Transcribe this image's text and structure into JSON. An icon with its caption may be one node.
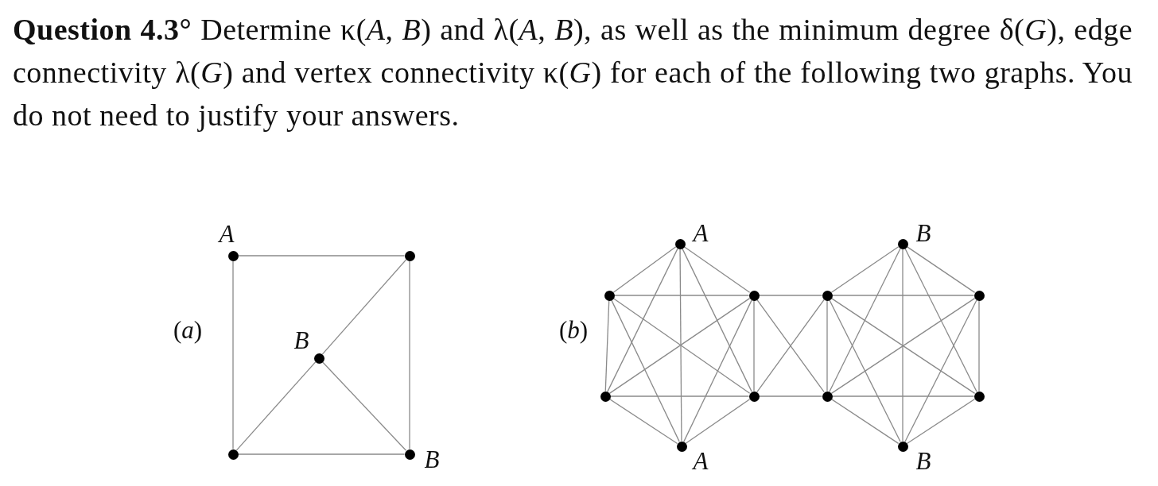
{
  "diagram": {
    "title": "**Question 4.3°** Determine κ(*A*, *B*) and λ(*A*, *B*), as well as the minimum degree δ(*G*), edge connectivity λ(*G*) and vertex connectivity κ(*G*) for each of the following two graphs. You do not need to justify your answers.",
    "nodes": [
      {
        "text": [],
        "shape": "circle",
        "beside": [
          "A"
        ]
      },
      {
        "text": [],
        "shape": "circle"
      },
      {
        "text": [],
        "shape": "circle",
        "beside": [
          "B"
        ]
      },
      {
        "text": [],
        "shape": "circle"
      },
      {
        "text": [],
        "shape": "circle",
        "beside": [
          "B"
        ]
      },
      {
        "text": [],
        "shape": "circle",
        "beside": [
          "A"
        ]
      },
      {
        "text": [],
        "shape": "circle"
      },
      {
        "text": [],
        "shape": "circle"
      },
      {
        "text": [],
        "shape": "circle"
      },
      {
        "text": [],
        "shape": "circle"
      },
      {
        "text": [],
        "shape": "circle",
        "beside": [
          "A"
        ]
      },
      {
        "text": [],
        "shape": "circle",
        "beside": [
          "B"
        ]
      },
      {
        "text": [],
        "shape": "circle"
      },
      {
        "text": [],
        "shape": "circle"
      },
      {
        "text": [],
        "shape": "circle"
      },
      {
        "text": [],
        "shape": "circle"
      },
      {
        "text": [],
        "shape": "circle",
        "beside": [
          "B"
        ]
      }
    ],
    "edges": [
      {
        "from": 0,
        "to": 1,
        "arrow": "none"
      },
      {
        "from": 0,
        "to": 3,
        "arrow": "none"
      },
      {
        "from": 1,
        "to": 4,
        "arrow": "none"
      },
      {
        "from": 1,
        "to": 2,
        "arrow": "none"
      },
      {
        "from": 2,
        "to": 3,
        "arrow": "none"
      },
      {
        "from": 2,
        "to": 4,
        "arrow": "none"
      },
      {
        "from": 3,
        "to": 4,
        "arrow": "none"
      },
      {
        "from": 5,
        "to": 6,
        "arrow": "none"
      },
      {
        "from": 5,
        "to": 7,
        "arrow": "none"
      },
      {
        "from": 5,
        "to": 8,
        "arrow": "none"
      },
      {
        "from": 5,
        "to": 9,
        "arrow": "none"
      },
      {
        "from": 5,
        "to": 10,
        "arrow": "none"
      },
      {
        "from": 6,
        "to": 7,
        "arrow": "none"
      },
      {
        "from": 6,
        "to": 8,
        "arrow": "none"
      },
      {
        "from": 6,
        "to": 9,
        "arrow": "none"
      },
      {
        "from": 6,
        "to": 10,
        "arrow": "none"
      },
      {
        "from": 7,
        "to": 8,
        "arrow": "none"
      },
      {
        "from": 7,
        "to": 9,
        "arrow": "none"
      },
      {
        "from": 7,
        "to": 10,
        "arrow": "none"
      },
      {
        "from": 8,
        "to": 9,
        "arrow": "none"
      },
      {
        "from": 8,
        "to": 10,
        "arrow": "none"
      },
      {
        "from": 9,
        "to": 10,
        "arrow": "none"
      },
      {
        "from": 7,
        "to": 12,
        "arrow": "none"
      },
      {
        "from": 7,
        "to": 14,
        "arrow": "none"
      },
      {
        "from": 9,
        "to": 12,
        "arrow": "none"
      },
      {
        "from": 9,
        "to": 14,
        "arrow": "none"
      },
      {
        "from": 11,
        "to": 12,
        "arrow": "none"
      },
      {
        "from": 11,
        "to": 13,
        "arrow": "none"
      },
      {
        "from": 11,
        "to": 14,
        "arrow": "none"
      },
      {
        "from": 11,
        "to": 15,
        "arrow": "none"
      },
      {
        "from": 11,
        "to": 16,
        "arrow": "none"
      },
      {
        "from": 12,
        "to": 13,
        "arrow": "none"
      },
      {
        "from": 12,
        "to": 14,
        "arrow": "none"
      },
      {
        "from": 12,
        "to": 15,
        "arrow": "none"
      },
      {
        "from": 12,
        "to": 16,
        "arrow": "none"
      },
      {
        "from": 13,
        "to": 14,
        "arrow": "none"
      },
      {
        "from": 13,
        "to": 15,
        "arrow": "none"
      },
      {
        "from": 13,
        "to": 16,
        "arrow": "none"
      },
      {
        "from": 14,
        "to": 15,
        "arrow": "none"
      },
      {
        "from": 14,
        "to": 16,
        "arrow": "none"
      },
      {
        "from": 15,
        "to": 16,
        "arrow": "none"
      }
    ],
    "labels": [
      "(*a*)",
      "(*b*)"
    ]
  }
}
